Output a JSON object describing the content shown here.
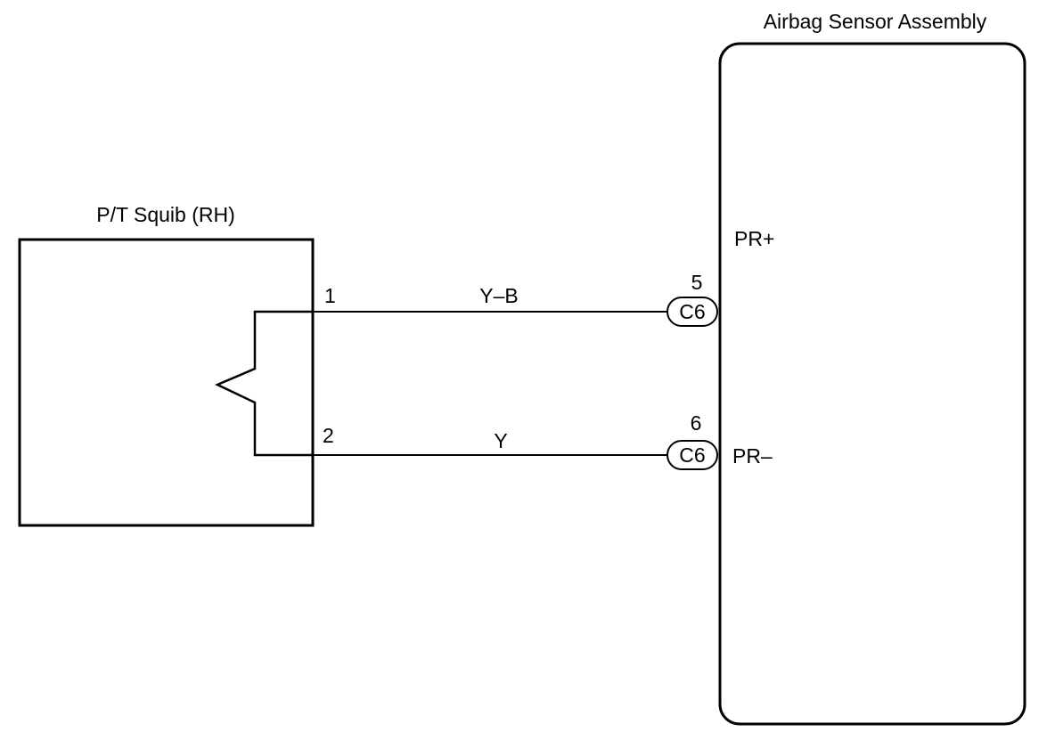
{
  "components": {
    "squib": {
      "title": "P/T Squib (RH)"
    },
    "sensor": {
      "title": "Airbag Sensor Assembly"
    }
  },
  "wires": [
    {
      "squib_pin": "1",
      "color_code": "Y–B",
      "connector": "C6",
      "connector_pin": "5",
      "terminal": "PR+"
    },
    {
      "squib_pin": "2",
      "color_code": "Y",
      "connector": "C6",
      "connector_pin": "6",
      "terminal": "PR–"
    }
  ]
}
